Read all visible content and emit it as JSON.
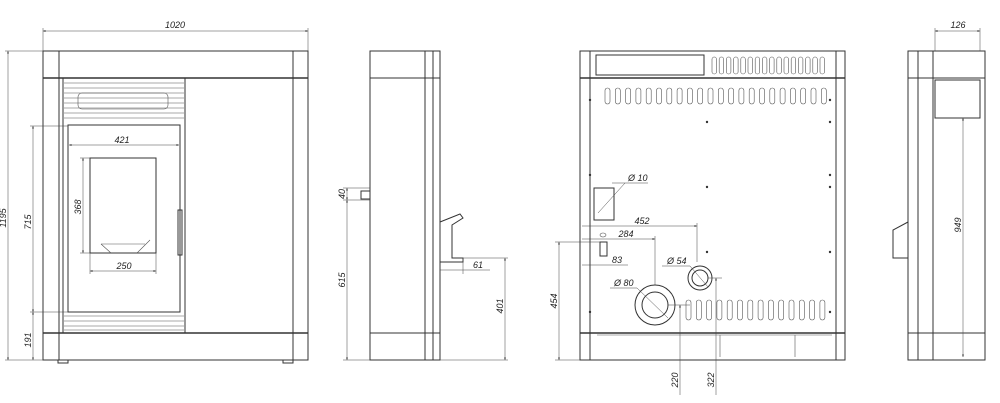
{
  "front_view": {
    "width": "1020",
    "height": "1195",
    "door_height": "715",
    "base_height": "191",
    "door_width": "421",
    "glass_height": "368",
    "glass_width": "250"
  },
  "side_view": {
    "handle_height": "40",
    "handle_position": "615",
    "outlet_depth": "61",
    "outlet_height": "401"
  },
  "rear_view": {
    "hole_small": "Ø 10",
    "offset_452": "452",
    "offset_284": "284",
    "offset_83": "83",
    "flue_54": "Ø 54",
    "flue_80": "Ø 80",
    "height_454": "454",
    "height_220": "220",
    "height_322": "322"
  },
  "right_view": {
    "depth": "126",
    "height": "949"
  }
}
